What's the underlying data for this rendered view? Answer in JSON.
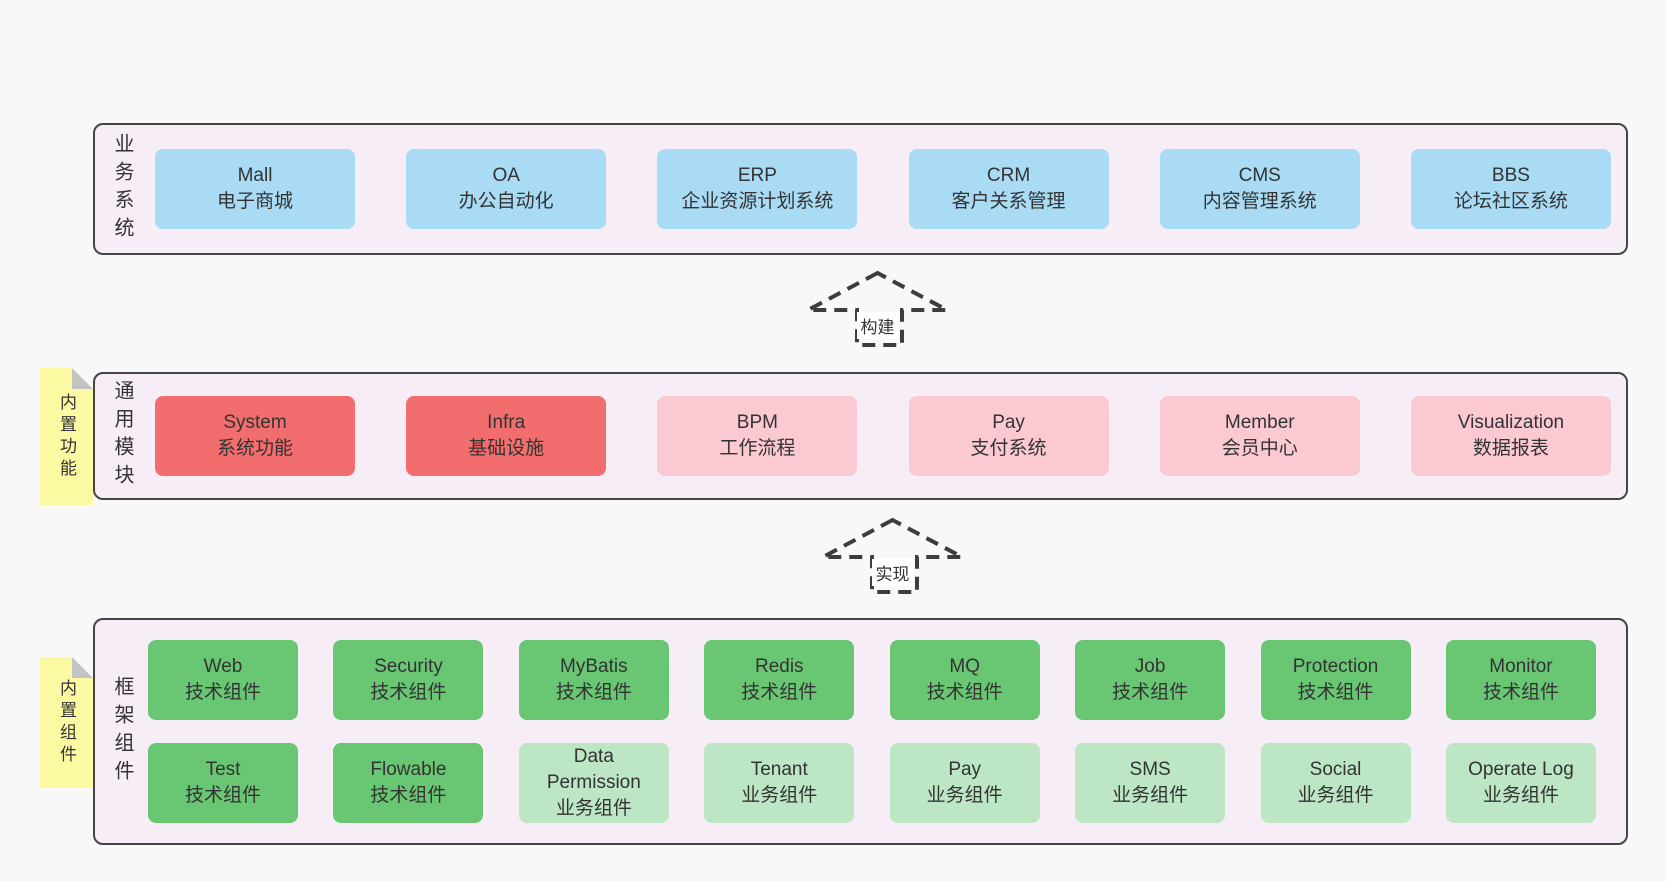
{
  "colors": {
    "blue": "#a9dbf5",
    "red": "#f26e6e",
    "pink": "#fbc9d2",
    "green": "#69c773",
    "lightgreen": "#bce6c4",
    "container_bg": "#f7edf6",
    "note_bg": "#fbf9a2",
    "arrow_stroke": "#3d3d3d"
  },
  "arrows": [
    {
      "label": "构建"
    },
    {
      "label": "实现"
    }
  ],
  "layers": [
    {
      "label": "业务系统",
      "note": "",
      "items": [
        {
          "name": "Mall",
          "desc": "电子商城",
          "type": "blue"
        },
        {
          "name": "OA",
          "desc": "办公自动化",
          "type": "blue"
        },
        {
          "name": "ERP",
          "desc": "企业资源计划系统",
          "type": "blue"
        },
        {
          "name": "CRM",
          "desc": "客户关系管理",
          "type": "blue"
        },
        {
          "name": "CMS",
          "desc": "内容管理系统",
          "type": "blue"
        },
        {
          "name": "BBS",
          "desc": "论坛社区系统",
          "type": "blue"
        }
      ]
    },
    {
      "label": "通用模块",
      "note": "内置功能",
      "items": [
        {
          "name": "System",
          "desc": "系统功能",
          "type": "red"
        },
        {
          "name": "Infra",
          "desc": "基础设施",
          "type": "red"
        },
        {
          "name": "BPM",
          "desc": "工作流程",
          "type": "pink"
        },
        {
          "name": "Pay",
          "desc": "支付系统",
          "type": "pink"
        },
        {
          "name": "Member",
          "desc": "会员中心",
          "type": "pink"
        },
        {
          "name": "Visualization",
          "desc": "数据报表",
          "type": "pink"
        }
      ]
    },
    {
      "label": "框架组件",
      "note": "内置组件",
      "items": [
        {
          "name": "Web",
          "desc": "技术组件",
          "type": "green"
        },
        {
          "name": "Security",
          "desc": "技术组件",
          "type": "green"
        },
        {
          "name": "MyBatis",
          "desc": "技术组件",
          "type": "green"
        },
        {
          "name": "Redis",
          "desc": "技术组件",
          "type": "green"
        },
        {
          "name": "MQ",
          "desc": "技术组件",
          "type": "green"
        },
        {
          "name": "Job",
          "desc": "技术组件",
          "type": "green"
        },
        {
          "name": "Protection",
          "desc": "技术组件",
          "type": "green"
        },
        {
          "name": "Monitor",
          "desc": "技术组件",
          "type": "green"
        },
        {
          "name": "Test",
          "desc": "技术组件",
          "type": "green"
        },
        {
          "name": "Flowable",
          "desc": "技术组件",
          "type": "green"
        },
        {
          "name": "Data Permission",
          "desc": "业务组件",
          "type": "lightgreen"
        },
        {
          "name": "Tenant",
          "desc": "业务组件",
          "type": "lightgreen"
        },
        {
          "name": "Pay",
          "desc": "业务组件",
          "type": "lightgreen"
        },
        {
          "name": "SMS",
          "desc": "业务组件",
          "type": "lightgreen"
        },
        {
          "name": "Social",
          "desc": "业务组件",
          "type": "lightgreen"
        },
        {
          "name": "Operate Log",
          "desc": "业务组件",
          "type": "lightgreen"
        }
      ]
    }
  ]
}
